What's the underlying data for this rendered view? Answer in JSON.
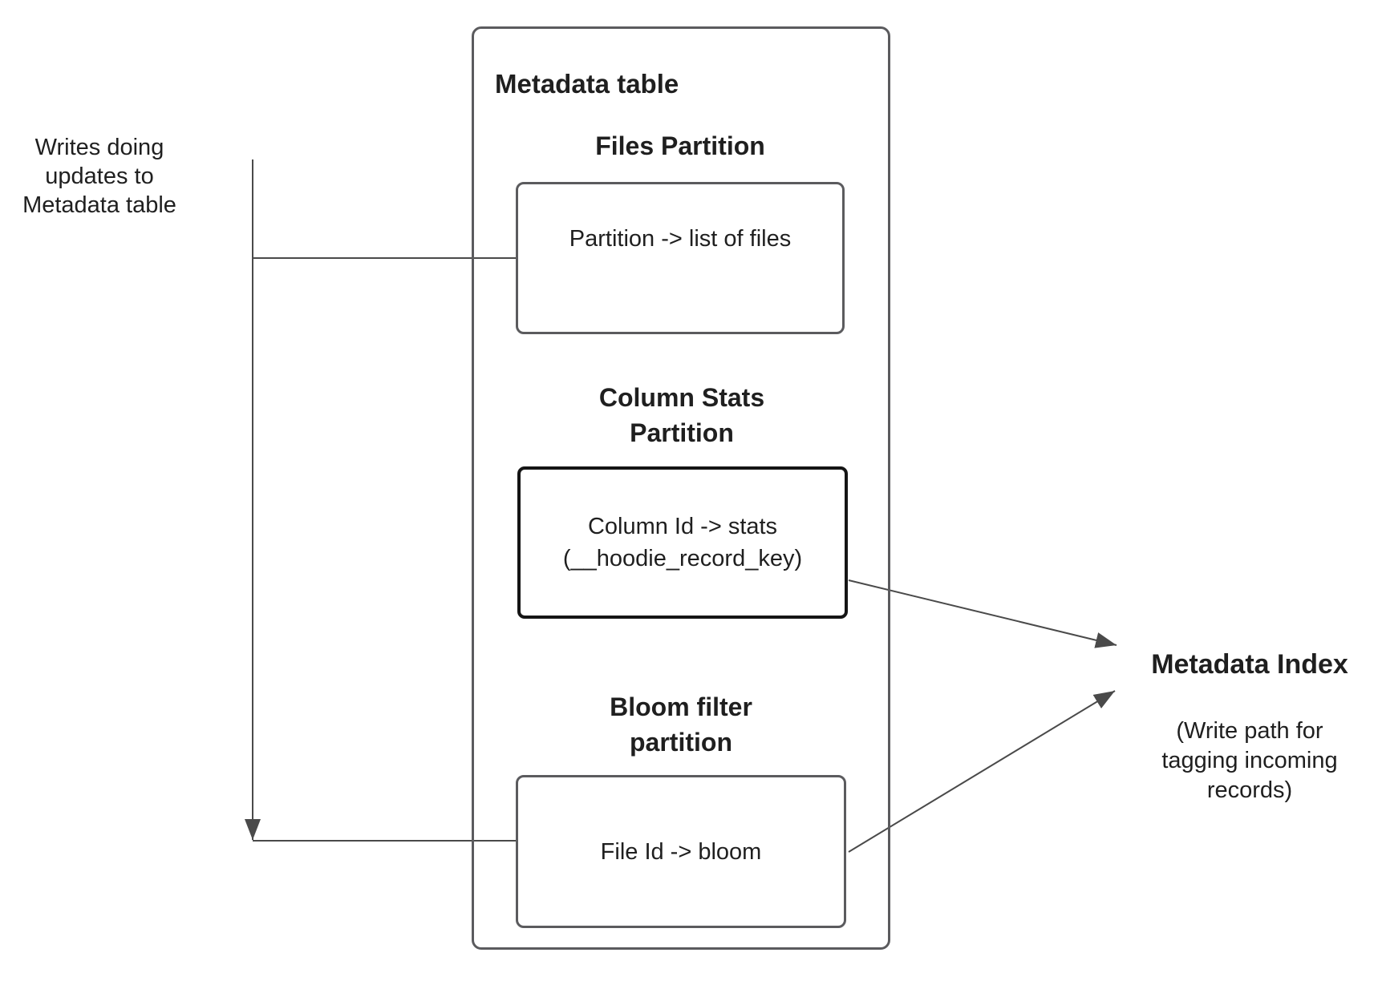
{
  "colors": {
    "line": "#4a4a4a",
    "box_border_gray": "#5b5b5e",
    "box_border_black": "#151515",
    "text": "#1f1f1f",
    "background": "#ffffff"
  },
  "left_note": {
    "text": "Writes doing\nupdates to\nMetadata table"
  },
  "metadata_table": {
    "title": "Metadata table",
    "files_partition": {
      "heading": "Files Partition",
      "content": "Partition -> list of files"
    },
    "column_stats_partition": {
      "heading": "Column Stats\nPartition",
      "content": "Column Id  -> stats\n(__hoodie_record_key)"
    },
    "bloom_filter_partition": {
      "heading": "Bloom filter\npartition",
      "content": "File Id -> bloom"
    }
  },
  "metadata_index": {
    "title": "Metadata Index",
    "subtitle": "(Write path for\ntagging incoming\nrecords)"
  }
}
